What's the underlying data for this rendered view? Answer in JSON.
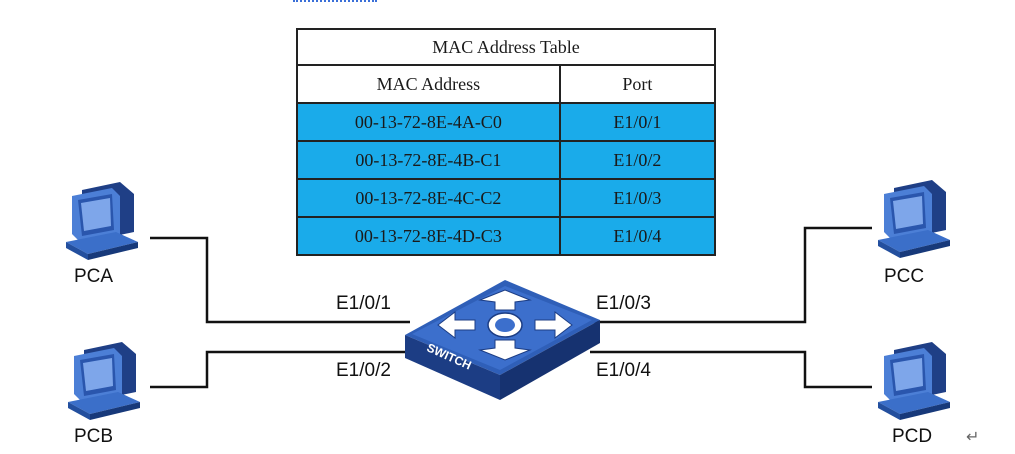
{
  "table": {
    "title": "MAC Address Table",
    "headers": [
      "MAC Address",
      "Port"
    ],
    "rows": [
      {
        "mac": "00-13-72-8E-4A-C0",
        "port": "E1/0/1"
      },
      {
        "mac": "00-13-72-8E-4B-C1",
        "port": "E1/0/2"
      },
      {
        "mac": "00-13-72-8E-4C-C2",
        "port": "E1/0/3"
      },
      {
        "mac": "00-13-72-8E-4D-C3",
        "port": "E1/0/4"
      }
    ]
  },
  "hosts": {
    "pca": "PCA",
    "pcb": "PCB",
    "pcc": "PCC",
    "pcd": "PCD"
  },
  "ports": {
    "p1": "E1/0/1",
    "p2": "E1/0/2",
    "p3": "E1/0/3",
    "p4": "E1/0/4"
  },
  "switch": {
    "label": "SWITCH"
  },
  "colors": {
    "table_row": "#1aabea",
    "switch_blue": "#2f5fb8",
    "pc_blue": "#3b6fc9"
  },
  "icons": {
    "host": "desktop-computer-icon",
    "switch": "network-switch-icon",
    "return": "return-arrow-icon"
  }
}
